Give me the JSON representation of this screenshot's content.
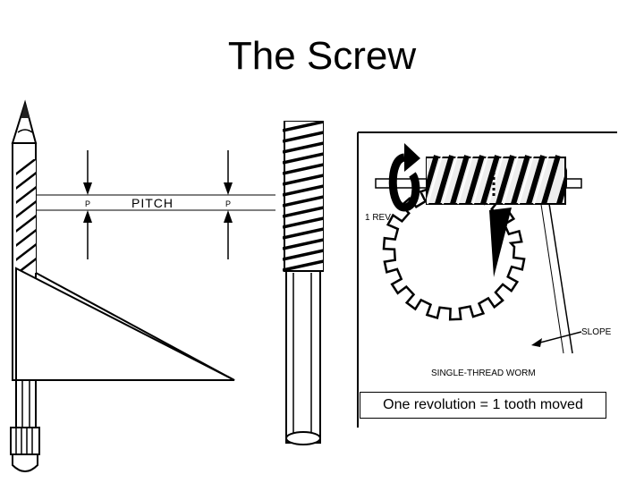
{
  "slide": {
    "title": "The Screw"
  },
  "pencil_diagram": {
    "pitch_label": "PITCH",
    "p_label_left": "P",
    "p_label_right": "P"
  },
  "worm_diagram": {
    "rev_label": "1 REV",
    "slope_label": "SLOPE",
    "caption": "SINGLE-THREAD WORM",
    "callout": "One revolution = 1 tooth moved"
  }
}
